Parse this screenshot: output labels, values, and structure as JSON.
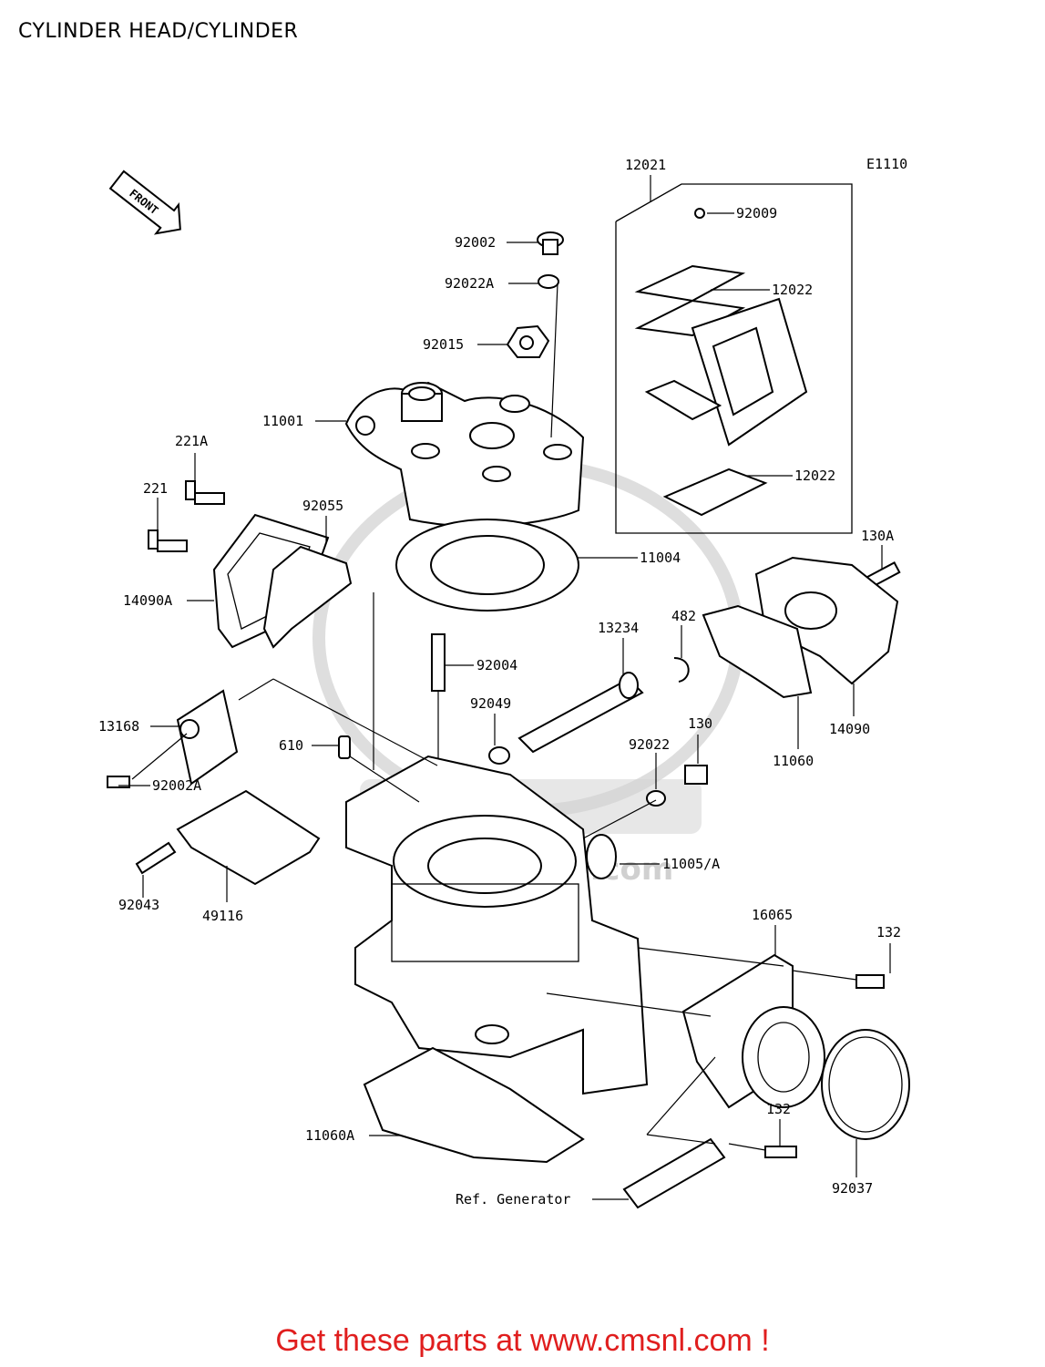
{
  "title": "CYLINDER HEAD/CYLINDER",
  "diagram_code": "E1110",
  "front_marker": "FRONT",
  "watermark": "www.cmsnl.com",
  "labels": {
    "p12021": "12021",
    "p92009": "92009",
    "p92002": "92002",
    "p12022a": "12022",
    "p92022A": "92022A",
    "p92015": "92015",
    "p11001": "11001",
    "p12022b": "12022",
    "p221A": "221A",
    "p221": "221",
    "p92055": "92055",
    "p130A": "130A",
    "p11004": "11004",
    "p14090A": "14090A",
    "p482": "482",
    "p13234": "13234",
    "p92004": "92004",
    "p92049": "92049",
    "p130": "130",
    "p13168": "13168",
    "p14090": "14090",
    "p610": "610",
    "p92022": "92022",
    "p11060": "11060",
    "p92002A": "92002A",
    "p11005A": "11005/A",
    "p92043": "92043",
    "p49116": "49116",
    "p16065": "16065",
    "p132a": "132",
    "p132b": "132",
    "p11060A": "11060A",
    "p92037": "92037",
    "pRefGen": "Ref. Generator"
  },
  "footer": "Get these parts at www.cmsnl.com !",
  "colors": {
    "footer": "#e01e1e",
    "watermark": "#d4d4d4"
  }
}
